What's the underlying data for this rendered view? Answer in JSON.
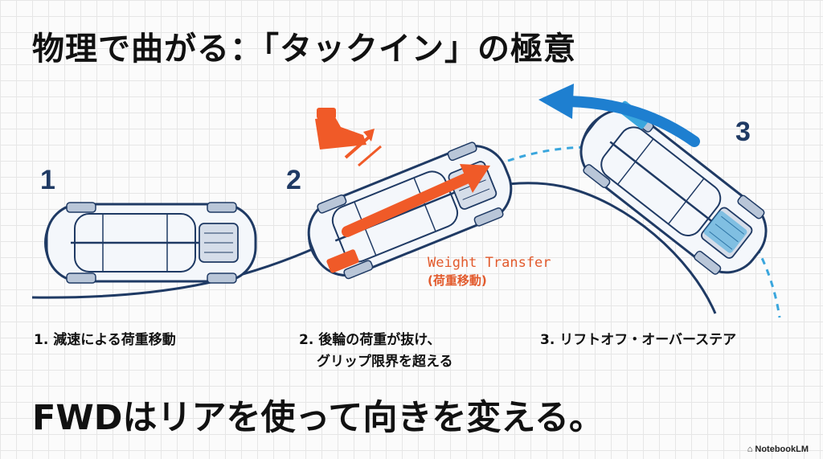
{
  "title": "物理で曲がる：「タックイン」の極意",
  "steps": [
    {
      "number": "1",
      "caption": "1. 減速による荷重移動"
    },
    {
      "number": "2",
      "caption_line1": "2. 後輪の荷重が抜け、",
      "caption_line2": "グリップ限界を超える"
    },
    {
      "number": "3",
      "caption": "3. リフトオフ・オーバーステア"
    }
  ],
  "weight_label": "Weight Transfer",
  "weight_label_sub": "(荷重移動)",
  "conclusion": "FWDはリアを使って向きを変える。",
  "brand": "NotebookLM",
  "colors": {
    "navy": "#1f3a64",
    "orange": "#f05a28",
    "blue": "#1e7fd0",
    "light_blue": "#3aa6dd"
  }
}
